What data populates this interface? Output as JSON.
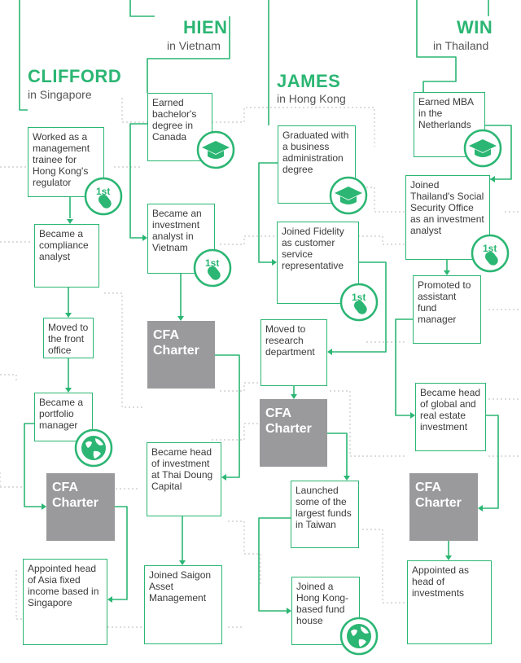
{
  "labels": {
    "charter": "CFA\nCharter",
    "first": "1st"
  },
  "colors": {
    "accent": "#2bb673",
    "charter": "#9a9a9c",
    "text": "#3a3a3a",
    "dotted": "#c8c8c8"
  },
  "people": {
    "clifford": {
      "name": "CLIFFORD",
      "location": "in Singapore",
      "steps": [
        "Worked as a management trainee for Hong Kong's regulator",
        "Became a compliance analyst",
        "Moved to the front office",
        "Became a portfolio manager",
        "Appointed head of Asia fixed income based in Singapore"
      ]
    },
    "hien": {
      "name": "HIEN",
      "location": "in Vietnam",
      "steps": [
        "Earned bachelor's degree in Canada",
        "Became an investment analyst in Vietnam",
        "Became head of investment at Thai Doung Capital",
        "Joined Saigon Asset Management"
      ]
    },
    "james": {
      "name": "JAMES",
      "location": "in Hong Kong",
      "steps": [
        "Graduated with a business administration degree",
        "Joined Fidelity as customer service representative",
        "Moved to research department",
        "Launched some of the largest funds in Taiwan",
        "Joined a Hong Kong-based fund house"
      ]
    },
    "win": {
      "name": "WIN",
      "location": "in Thailand",
      "steps": [
        "Earned MBA in the Netherlands",
        "Joined Thailand's Social Security Office as an investment analyst",
        "Promoted to assistant fund manager",
        "Became head of global and real estate investment",
        "Appointed as head of investments"
      ]
    }
  }
}
